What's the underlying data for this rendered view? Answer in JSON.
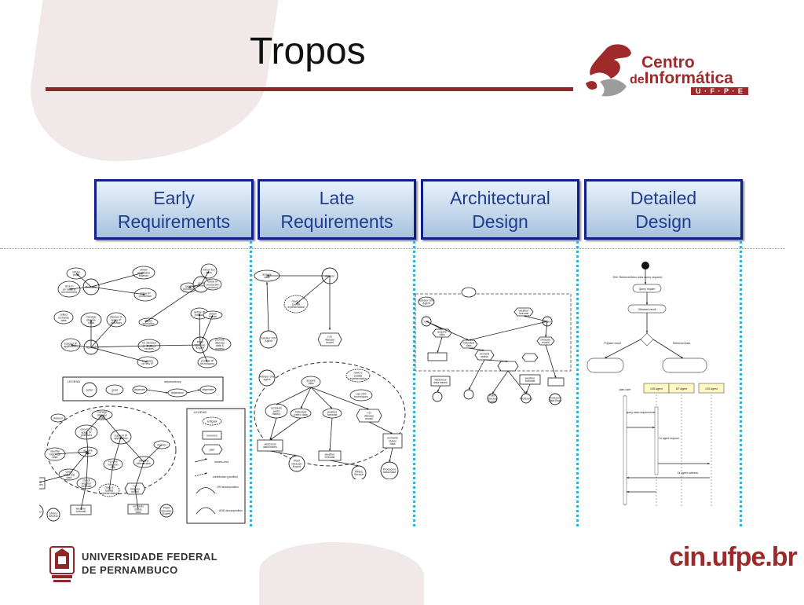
{
  "slide": {
    "title": "Tropos",
    "accent_color": "#8e2727",
    "phase_border_color": "#10208a",
    "phase_text_color": "#1f3d8a",
    "separator_color": "#24b5e6"
  },
  "logo": {
    "line1": "Centro",
    "line2_prefix": "de",
    "line2_main": "Informática",
    "line3": "U · F · P · E"
  },
  "phases": [
    {
      "label": "Early\nRequirements"
    },
    {
      "label": "Late\nRequirements"
    },
    {
      "label": "Architectural\nDesign"
    },
    {
      "label": "Detailed\nDesign"
    }
  ],
  "diagrams": {
    "early": {
      "nodes": [
        "obtain profit",
        "obtain vegetation balance",
        "follow EU rules",
        "stick in an healthy environment",
        "Producer",
        "avoid pollution",
        "good government",
        "follow IP production protocol",
        "follow IP production",
        "collect orchards data",
        "manage disease crisis",
        "disease IL apply IP practices",
        "define IP protocol",
        "obtain subsidies",
        "obtain bonds",
        "support IP application",
        "Advisor",
        "be advised on disease models",
        "Plant Disease Expert",
        "provide disease data & models",
        "be aware of new IP",
        "provide IP techniques"
      ],
      "legend_title": "LEGEND",
      "legend_label": "dependency",
      "legend_items": [
        "actor",
        "goal",
        "depender",
        "dependum",
        "dependee"
      ]
    },
    "late": {
      "nodes": [
        "acquire data",
        "Advisor",
        "have a spatial representation",
        "Advisor DW Agent",
        "run disease model",
        "Advisor DW agent",
        "acquire data",
        "have a spatial representation",
        "use GIS techniques",
        "orchards pests history",
        "historical metro data",
        "weather forecast",
        "run disease model",
        "orchards status data",
        "Historical data bases",
        "Plant Disease Expert",
        "weather forecast",
        "Meteo Service",
        "Producers Data Base"
      ]
    },
    "early_lower": {
      "legend_title": "LEGEND",
      "legend_items": [
        "softgoal",
        "resource",
        "plan",
        "means-end",
        "contribution (positive)",
        "OR decomposition",
        "AND decomposition"
      ],
      "nodes": [
        "Advisor",
        "manage disease crisis",
        "choose & apply IP practices",
        "support IP application",
        "identify historical data",
        "acquire data",
        "plan the intervention",
        "monitor",
        "query historical data",
        "check weather forecast",
        "receive infection risk",
        "have a spatial representation",
        "run disease model",
        "historical data bases",
        "weather forecast",
        "orchards status data",
        "Producer",
        "Plant Disease Expert",
        "Meteo Service"
      ]
    },
    "architectural": {
      "nodes": [
        "Advisor DW Agent",
        "acquire data",
        "GIS",
        "Meteo",
        "historical data",
        "weather forecast",
        "Disease model",
        "orchard status",
        "Producers",
        "Historical data bases",
        "Plant Disease Expert",
        "weather forecast",
        "Producers Data Base"
      ]
    },
    "detailed": {
      "texts": [
        "DW: RetrieveMetro data query required",
        "Query require",
        "Obtained result",
        "Prepare result",
        "Retrieved data",
        "GIS Agent",
        "DF Agent",
        "GIS Agent",
        "plan user",
        "query data requirements",
        "Dr agent request",
        "Dr agent address"
      ]
    }
  },
  "footer": {
    "university_line1": "UNIVERSIDADE FEDERAL",
    "university_line2": "DE PERNAMBUCO",
    "url": "cin.ufpe.br"
  }
}
